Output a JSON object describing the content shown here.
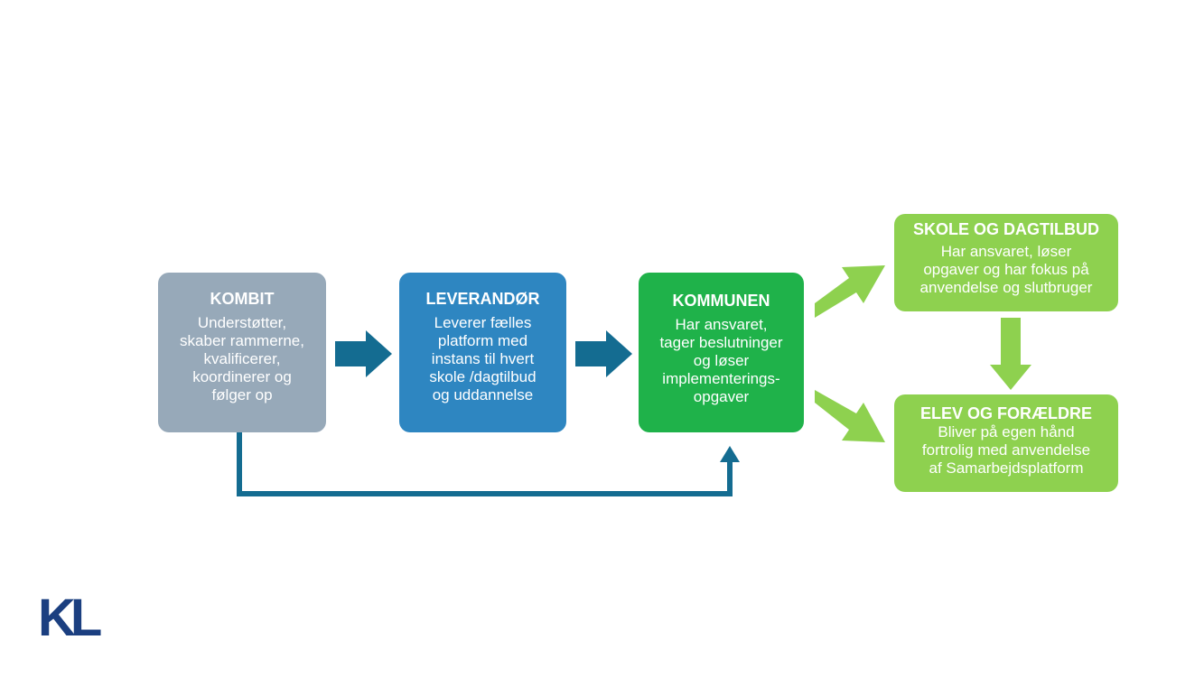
{
  "colors": {
    "kombit": "#97a9b9",
    "leverandor": "#2e86c1",
    "kommunen": "#1fb24a",
    "light_green": "#8ed14f",
    "dark_teal_arrow": "#146c91",
    "logo": "#1b3f80"
  },
  "boxes": {
    "kombit": {
      "title": "KOMBIT",
      "lines": [
        "Understøtter,",
        "skaber rammerne,",
        "kvalificerer,",
        "koordinerer og",
        "følger op"
      ]
    },
    "leverandor": {
      "title": "LEVERANDØR",
      "lines": [
        "Leverer fælles",
        "platform med",
        "instans til hvert",
        "skole /dagtilbud",
        "og uddannelse"
      ]
    },
    "kommunen": {
      "title": "KOMMUNEN",
      "lines": [
        "Har ansvaret,",
        "tager beslutninger",
        "og løser",
        "implementerings-",
        "opgaver"
      ]
    },
    "skole": {
      "title": "SKOLE OG DAGTILBUD",
      "lines": [
        "Har ansvaret, løser",
        "opgaver og har fokus på",
        "anvendelse  og slutbruger"
      ]
    },
    "elev": {
      "title": "ELEV OG FORÆLDRE",
      "lines": [
        "Bliver på egen hånd",
        "fortrolig med anvendelse",
        "af Samarbejdsplatform"
      ]
    }
  },
  "logo": {
    "text": "KL"
  }
}
